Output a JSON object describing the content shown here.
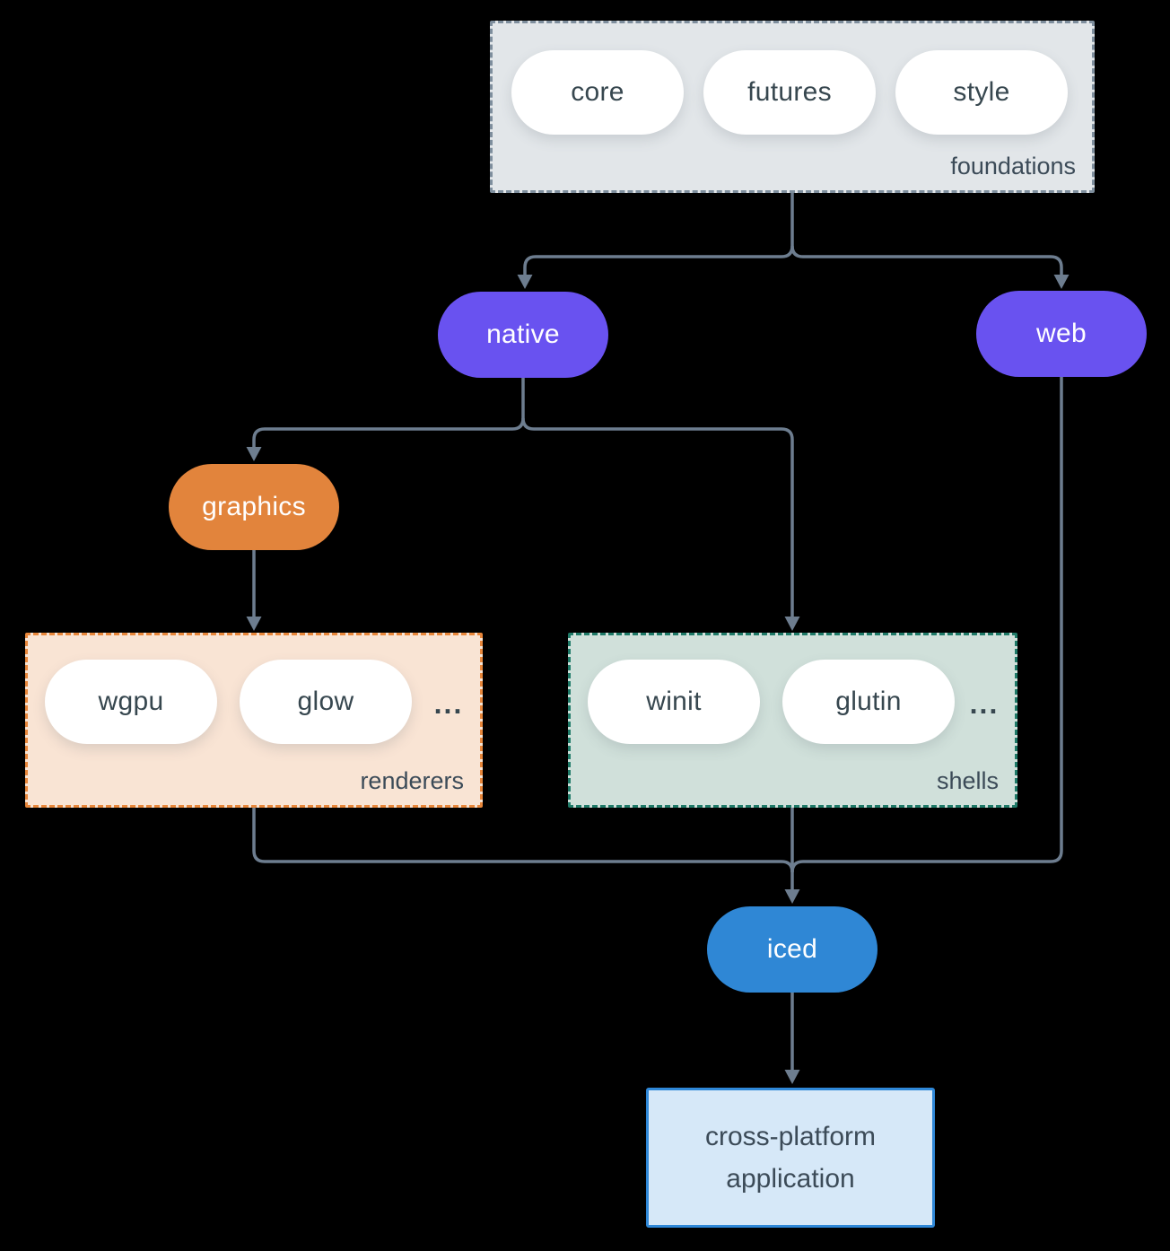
{
  "diagram": {
    "background_color": "#000000",
    "arrow_color": "#6d7d8f",
    "groups": {
      "foundations": {
        "label": "foundations",
        "items": [
          "core",
          "futures",
          "style"
        ],
        "fill": "#e2e6e9",
        "border": "#7e8e9d"
      },
      "renderers": {
        "label": "renderers",
        "items": [
          "wgpu",
          "glow"
        ],
        "ellipsis": "...",
        "fill": "#f9e4d4",
        "border": "#e8873b"
      },
      "shells": {
        "label": "shells",
        "items": [
          "winit",
          "glutin"
        ],
        "ellipsis": "...",
        "fill": "#d0e0da",
        "border": "#1f7a68"
      }
    },
    "nodes": {
      "native": {
        "label": "native",
        "fill": "#6952f0",
        "text_color": "#ffffff"
      },
      "web": {
        "label": "web",
        "fill": "#6952f0",
        "text_color": "#ffffff"
      },
      "graphics": {
        "label": "graphics",
        "fill": "#e2843c",
        "text_color": "#ffffff"
      },
      "iced": {
        "label": "iced",
        "fill": "#2f87d5",
        "text_color": "#ffffff"
      },
      "application": {
        "line1": "cross-platform",
        "line2": "application",
        "fill": "#d6e8f8",
        "border": "#2f88d8"
      }
    },
    "edges": [
      "foundations -> native",
      "foundations -> web",
      "native -> graphics",
      "native -> shells",
      "graphics -> renderers",
      "renderers -> iced",
      "shells -> iced",
      "web -> iced",
      "iced -> application"
    ]
  }
}
